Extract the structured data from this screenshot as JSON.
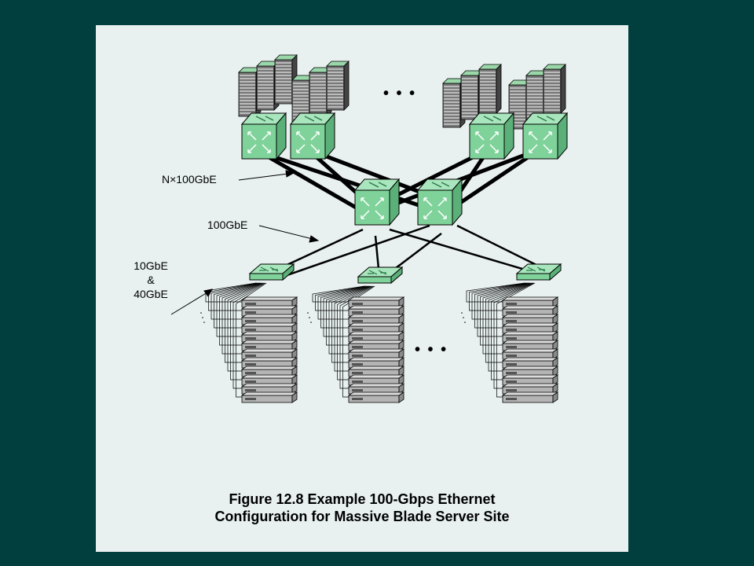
{
  "labels": {
    "n_x_100gbe": "N×100GbE",
    "gbe_100": "100GbE",
    "gbe_10": "10GbE",
    "amp": "&",
    "gbe_40": "40GbE"
  },
  "ellipses": {
    "top": "• • •",
    "bottom": "• • •"
  },
  "caption": {
    "line1": "Figure 12.8 Example 100-Gbps Ethernet",
    "line2": "Configuration for Massive Blade Server Site"
  },
  "colors": {
    "background": "#013f3f",
    "panel": "#e8f0f0",
    "switch_green": "#7fd39a",
    "server_gray": "#9a9a9a"
  }
}
